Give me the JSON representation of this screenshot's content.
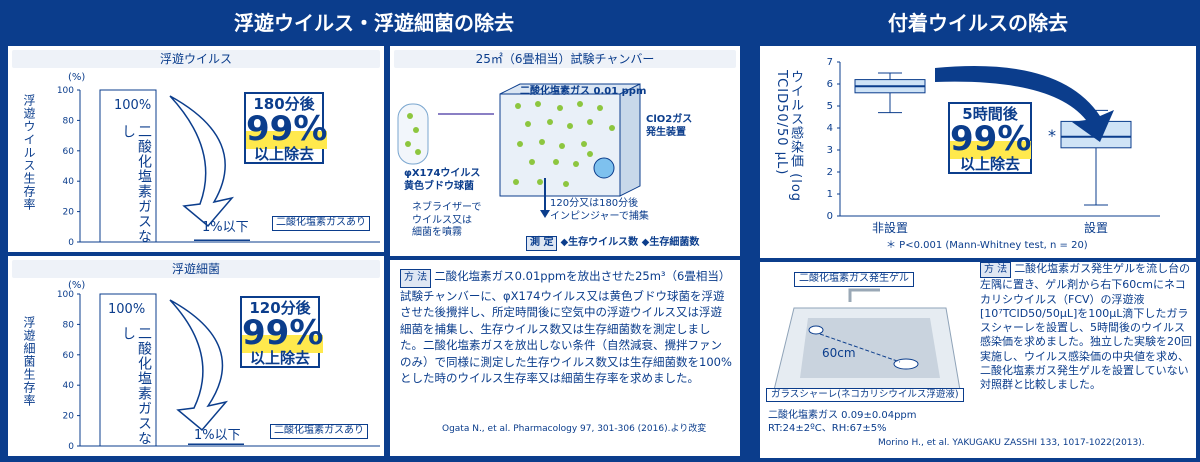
{
  "left_title": "浮遊ウイルス・浮遊細菌の除去",
  "right_title": "付着ウイルスの除去",
  "chart1": {
    "subtitle": "浮遊ウイルス",
    "ylabel": "浮遊ウイルス生存率",
    "unit": "(%)",
    "bar_label": "100%",
    "bar_caption": "二酸化塩素ガスなし",
    "small_label": "1%以下",
    "small_caption": "二酸化塩素ガスあり",
    "badge": {
      "line1": "180分後",
      "line2": "99%",
      "line3": "以上除去"
    }
  },
  "chart2": {
    "subtitle": "浮遊細菌",
    "ylabel": "浮遊細菌生存率",
    "unit": "(%)",
    "bar_label": "100%",
    "bar_caption": "二酸化塩素ガスなし",
    "small_label": "1%以下",
    "small_caption": "二酸化塩素ガスあり",
    "badge": {
      "line1": "120分後",
      "line2": "99%",
      "line3": "以上除去"
    }
  },
  "chamber": {
    "title": "25㎡（6畳相当）試験チャンバー",
    "top_label": "二酸化塩素ガス 0.01 ppm",
    "clo2_label": "ClO2ガス\n発生装置",
    "phi_label": "φX174ウイルス\n黄色ブドウ球菌",
    "nebulizer": "ネブライザーで\nウイルス又は\n細菌を噴霧",
    "impinger": "120分又は180分後\nインピンジャーで捕集",
    "measure_tag": "測 定",
    "measure_text": "◆生存ウイルス数 ◆生存細菌数"
  },
  "method_left": {
    "tag": "方 法",
    "text": "二酸化塩素ガス0.01ppmを放出させた25m³（6畳相当）試験チャンバーに、φX174ウイルス又は黄色ブドウ球菌を浮遊させた後攪拌し、所定時間後に空気中の浮遊ウイルス又は浮遊細菌を捕集し、生存ウイルス数又は生存細菌数を測定しました。二酸化塩素ガスを放出しない条件（自然減衰、攪拌ファンのみ）で同様に測定した生存ウイルス数又は生存細菌数を100%とした時のウイルス生存率又は細菌生存率を求めました。",
    "citation": "Ogata N., et al. Pharmacology 97, 301-306 (2016).より改変"
  },
  "chart_data": {
    "type": "box",
    "ylabel": "ウイルス感染価 (log TCID50/50 μL)",
    "ylim": [
      0,
      7
    ],
    "yticks": [
      0,
      1,
      2,
      3,
      4,
      5,
      6,
      7
    ],
    "categories": [
      "非設置",
      "設置"
    ],
    "boxes": [
      {
        "whisker_low": 4.7,
        "q1": 5.6,
        "median": 5.9,
        "q3": 6.2,
        "whisker_high": 6.5
      },
      {
        "whisker_low": 0.5,
        "q1": 3.1,
        "median": 3.6,
        "q3": 4.3,
        "whisker_high": 4.8
      }
    ],
    "asterisk": "*",
    "badge": {
      "line1": "5時間後",
      "line2": "99%",
      "line3": "以上除去"
    },
    "footnote": "＊ P<0.001 (Mann-Whitney test, n = 20)"
  },
  "photo": {
    "gel_label": "二酸化塩素ガス発生ゲル",
    "distance": "60cm",
    "dish_label": "ガラスシャーレ(ネコカリシウイルス浮遊液)",
    "conditions": "二酸化塩素ガス 0.09±0.04ppm\nRT:24±2ºC、RH:67±5%"
  },
  "method_right": {
    "tag": "方 法",
    "text": "二酸化塩素ガス発生ゲルを流し台の左隅に置き、ゲル剤から右下60cmにネコカリシウイルス（FCV）の浮遊液[10⁷TCID50/50μL]を100μL滴下したガラスシャーレを設置し、5時間後のウイルス感染価を求めました。独立した実験を20回実施し、ウイルス感染価の中央値を求め、二酸化塩素ガス発生ゲルを設置していない対照群と比較しました。",
    "citation": "Morino H., et al. YAKUGAKU ZASSHI 133, 1017-1022(2013)."
  }
}
